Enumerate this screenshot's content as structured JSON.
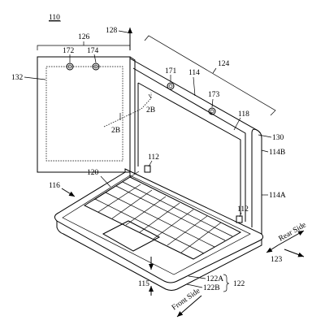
{
  "figure": {
    "number": "110"
  },
  "labels": {
    "sensor_module": "126",
    "camera_left": "172",
    "camera_right": "174",
    "arrow_up": "128",
    "panel": "132",
    "section_a": "2B",
    "section_b": "2B",
    "lid_bracket": "124",
    "lid_camera_left": "171",
    "lid_top": "114",
    "lid_camera_right": "173",
    "screen": "118",
    "lid_edge": "130",
    "lid_edge_b": "114B",
    "lid_edge_a": "114A",
    "hinge_left": "112",
    "hinge_right": "112",
    "keyboard": "120",
    "base_corner": "116",
    "rear_arrow": "123",
    "thickness": "115",
    "base_top": "122A",
    "base_bottom": "122B",
    "base": "122"
  },
  "annotations": {
    "rear_side": "Rear Side",
    "front_side": "Front Side"
  }
}
